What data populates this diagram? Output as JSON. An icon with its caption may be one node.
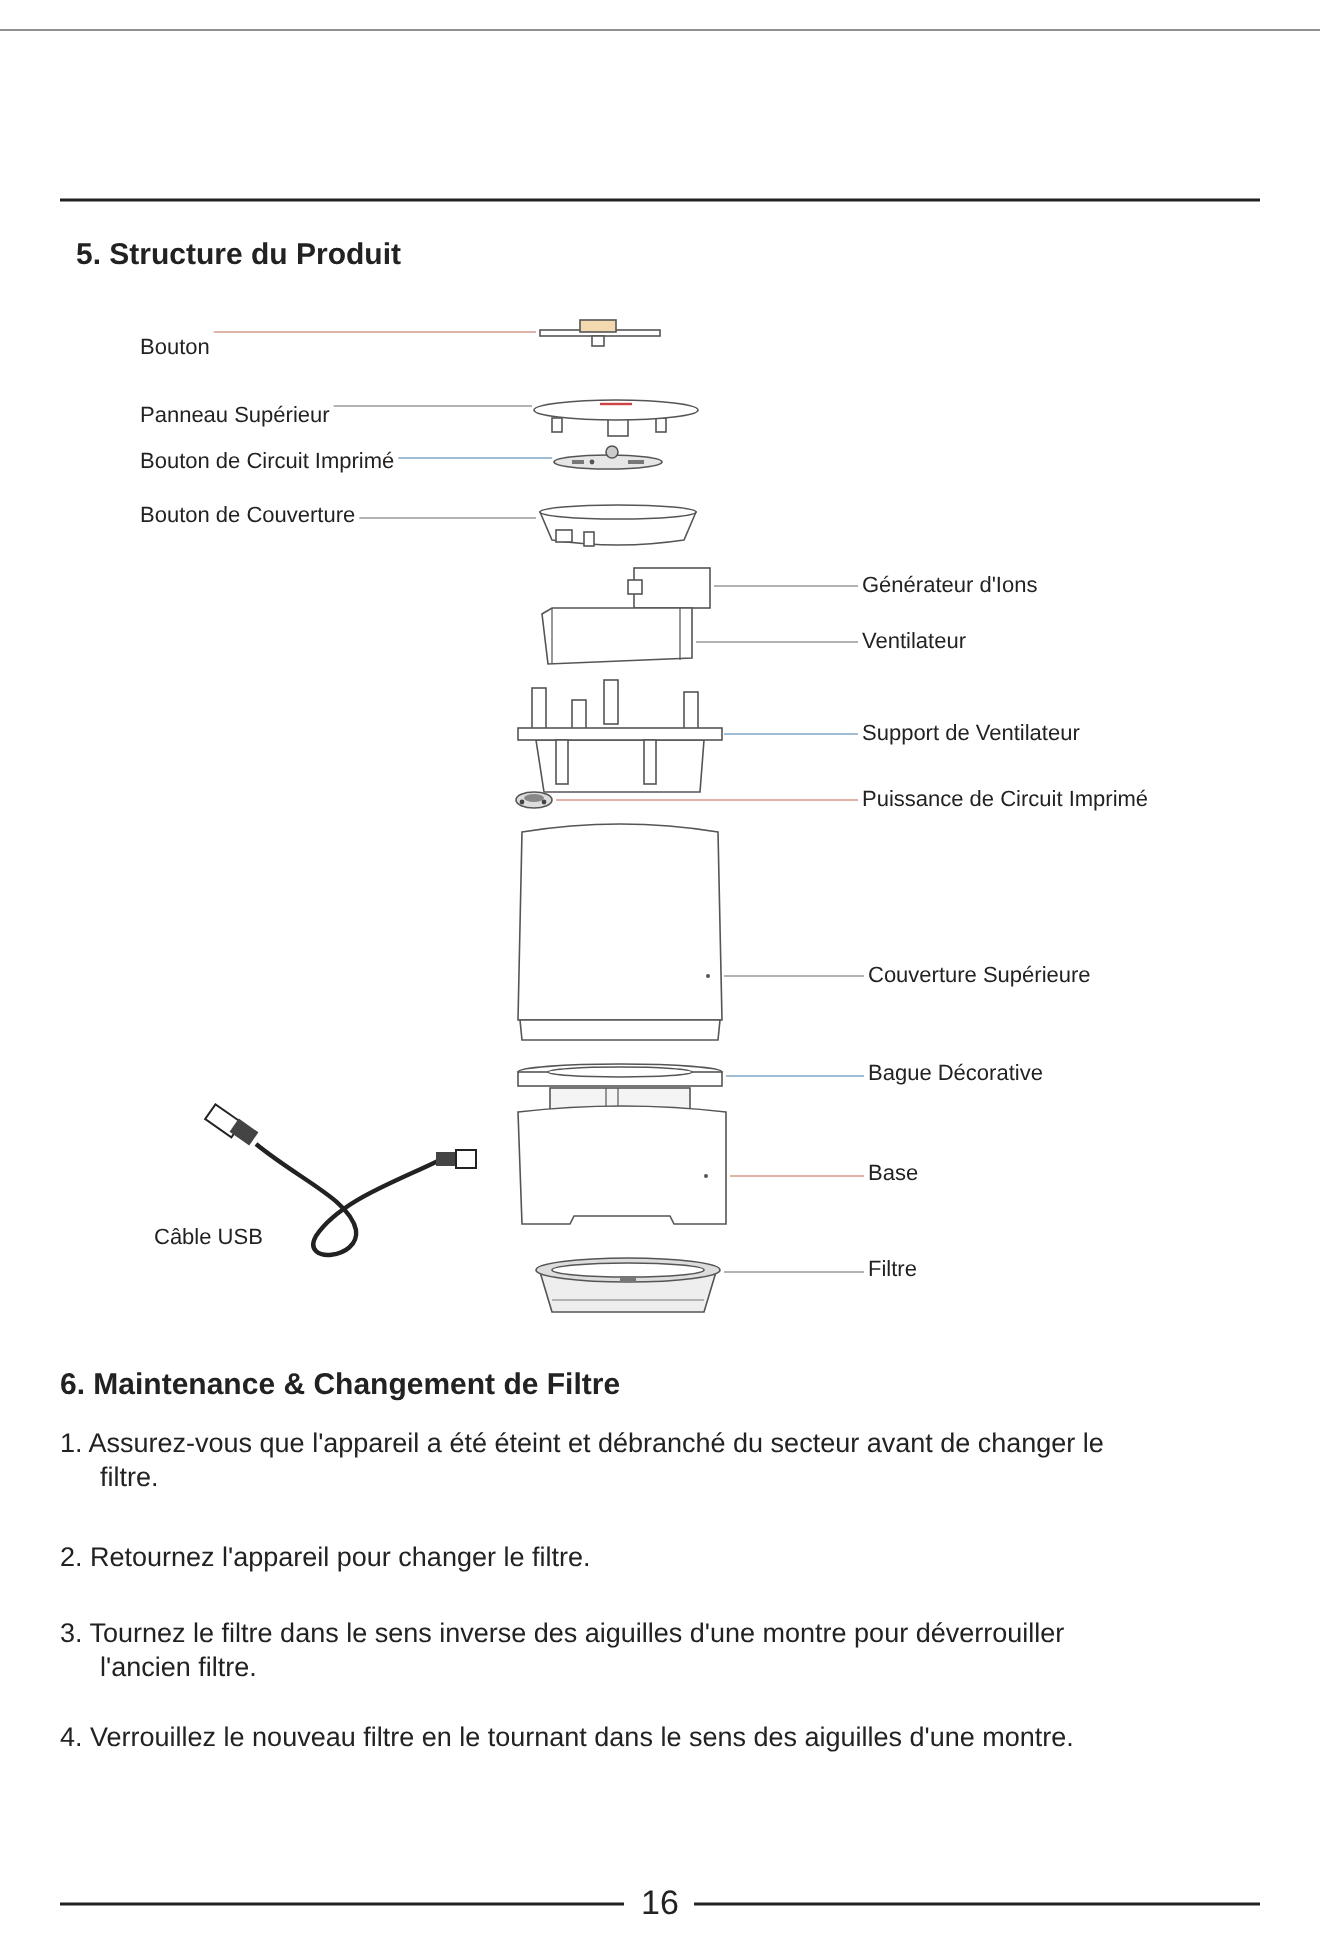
{
  "diagram": {
    "title": "5. Structure du Produit",
    "nodes": [
      {
        "text": [
          "Bouton"
        ]
      },
      {
        "text": [
          "Panneau Supérieur"
        ]
      },
      {
        "text": [
          "Bouton de Circuit Imprimé"
        ]
      },
      {
        "text": [
          "Bouton de Couverture"
        ]
      },
      {
        "text": [
          "Générateur d'Ions"
        ]
      },
      {
        "text": [
          "Ventilateur"
        ]
      },
      {
        "text": [
          "Support de Ventilateur"
        ]
      },
      {
        "text": [
          "Puissance de Circuit Imprimé"
        ]
      },
      {
        "text": [
          "Couverture Supérieure"
        ]
      },
      {
        "text": [
          "Bague Décorative"
        ]
      },
      {
        "text": [
          "Base"
        ]
      },
      {
        "text": [
          "Filtre"
        ]
      },
      {
        "text": [],
        "shape": "picture"
      },
      {
        "text": [],
        "shape": "picture"
      },
      {
        "text": [],
        "shape": "picture"
      },
      {
        "text": [],
        "shape": "picture"
      },
      {
        "text": [],
        "shape": "picture"
      },
      {
        "text": [],
        "shape": "picture"
      },
      {
        "text": [],
        "shape": "picture"
      },
      {
        "text": [],
        "shape": "picture"
      },
      {
        "text": [],
        "shape": "picture"
      },
      {
        "text": [],
        "shape": "picture"
      },
      {
        "text": [],
        "shape": "picture"
      },
      {
        "text": [],
        "shape": "picture"
      }
    ],
    "edges": [
      {
        "from": 0,
        "to": 12,
        "arrow": "none",
        "color": "#d49a8a"
      },
      {
        "from": 1,
        "to": 13,
        "arrow": "none"
      },
      {
        "from": 2,
        "to": 14,
        "arrow": "none",
        "color": "#7fa8c8"
      },
      {
        "from": 3,
        "to": 15,
        "arrow": "none"
      },
      {
        "from": 4,
        "to": 16,
        "arrow": "none"
      },
      {
        "from": 5,
        "to": 17,
        "arrow": "none"
      },
      {
        "from": 6,
        "to": 18,
        "arrow": "none",
        "color": "#7fa8c8"
      },
      {
        "from": 7,
        "to": 19,
        "arrow": "none",
        "color": "#d49a8a"
      },
      {
        "from": 8,
        "to": 20,
        "arrow": "none"
      },
      {
        "from": 9,
        "to": 21,
        "arrow": "none",
        "color": "#7fa8c8"
      },
      {
        "from": 10,
        "to": 22,
        "arrow": "none",
        "color": "#d49a8a"
      },
      {
        "from": 11,
        "to": 23,
        "arrow": "none"
      }
    ],
    "labels": [
      "Câble USB",
      "6. Maintenance & Changement de Filtre",
      "1. Assurez-vous que l'appareil a été éteint et débranché du secteur avant de changer le filtre.",
      "2. Retournez l'appareil pour changer le filtre.",
      "3. Tournez le filtre dans le sens inverse des aiguilles d'une montre pour déverrouiller l'ancien filtre.",
      "4. Verrouillez le nouveau filtre en le tournant dans le sens des aiguilles d'une montre.",
      "16"
    ]
  }
}
